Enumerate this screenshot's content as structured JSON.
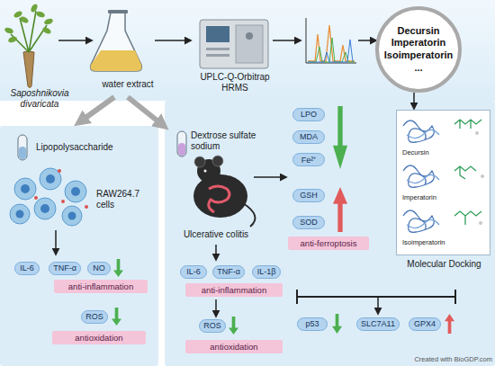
{
  "diagram": {
    "nodes": [
      {
        "text": [
          "Decursin Imperatorin Isoimperatorin ..."
        ]
      },
      {
        "text": [
          "IL-6"
        ]
      },
      {
        "text": [
          "TNF-α"
        ]
      },
      {
        "text": [
          "NO"
        ]
      },
      {
        "text": [
          "anti-inflammation"
        ]
      },
      {
        "text": [
          "ROS"
        ]
      },
      {
        "text": [
          "antioxidation"
        ]
      },
      {
        "text": [
          "IL-6"
        ]
      },
      {
        "text": [
          "TNF-α"
        ]
      },
      {
        "text": [
          "IL-1β"
        ]
      },
      {
        "text": [
          "anti-inflammation"
        ]
      },
      {
        "text": [
          "ROS"
        ]
      },
      {
        "text": [
          "antioxidation"
        ]
      },
      {
        "text": [
          "LPO"
        ]
      },
      {
        "text": [
          "MDA"
        ]
      },
      {
        "text": [
          "Fe²⁺"
        ]
      },
      {
        "text": [
          "GSH"
        ]
      },
      {
        "text": [
          "SOD"
        ]
      },
      {
        "text": [
          "anti-ferroptosis"
        ]
      },
      {
        "text": [
          "Decursin",
          "Imperatorin",
          "Isoimperatorin",
          "Molecular Docking"
        ]
      },
      {
        "text": [
          "p53"
        ]
      },
      {
        "text": [
          "SLC7A11"
        ]
      },
      {
        "text": [
          "GPX4"
        ]
      }
    ],
    "edges": [
      {
        "from": 0,
        "to": 19,
        "arrow": "to"
      }
    ],
    "labels": [
      "Saposhnikovia divaricata",
      "water extract",
      "UPLC-Q-Orbitrap HRMS",
      "Lipopolysaccharide",
      "RAW264.7 cells",
      "Dextrose sulfate sodium",
      "Ulcerative colitis",
      "Created with BioGDP.com"
    ]
  }
}
